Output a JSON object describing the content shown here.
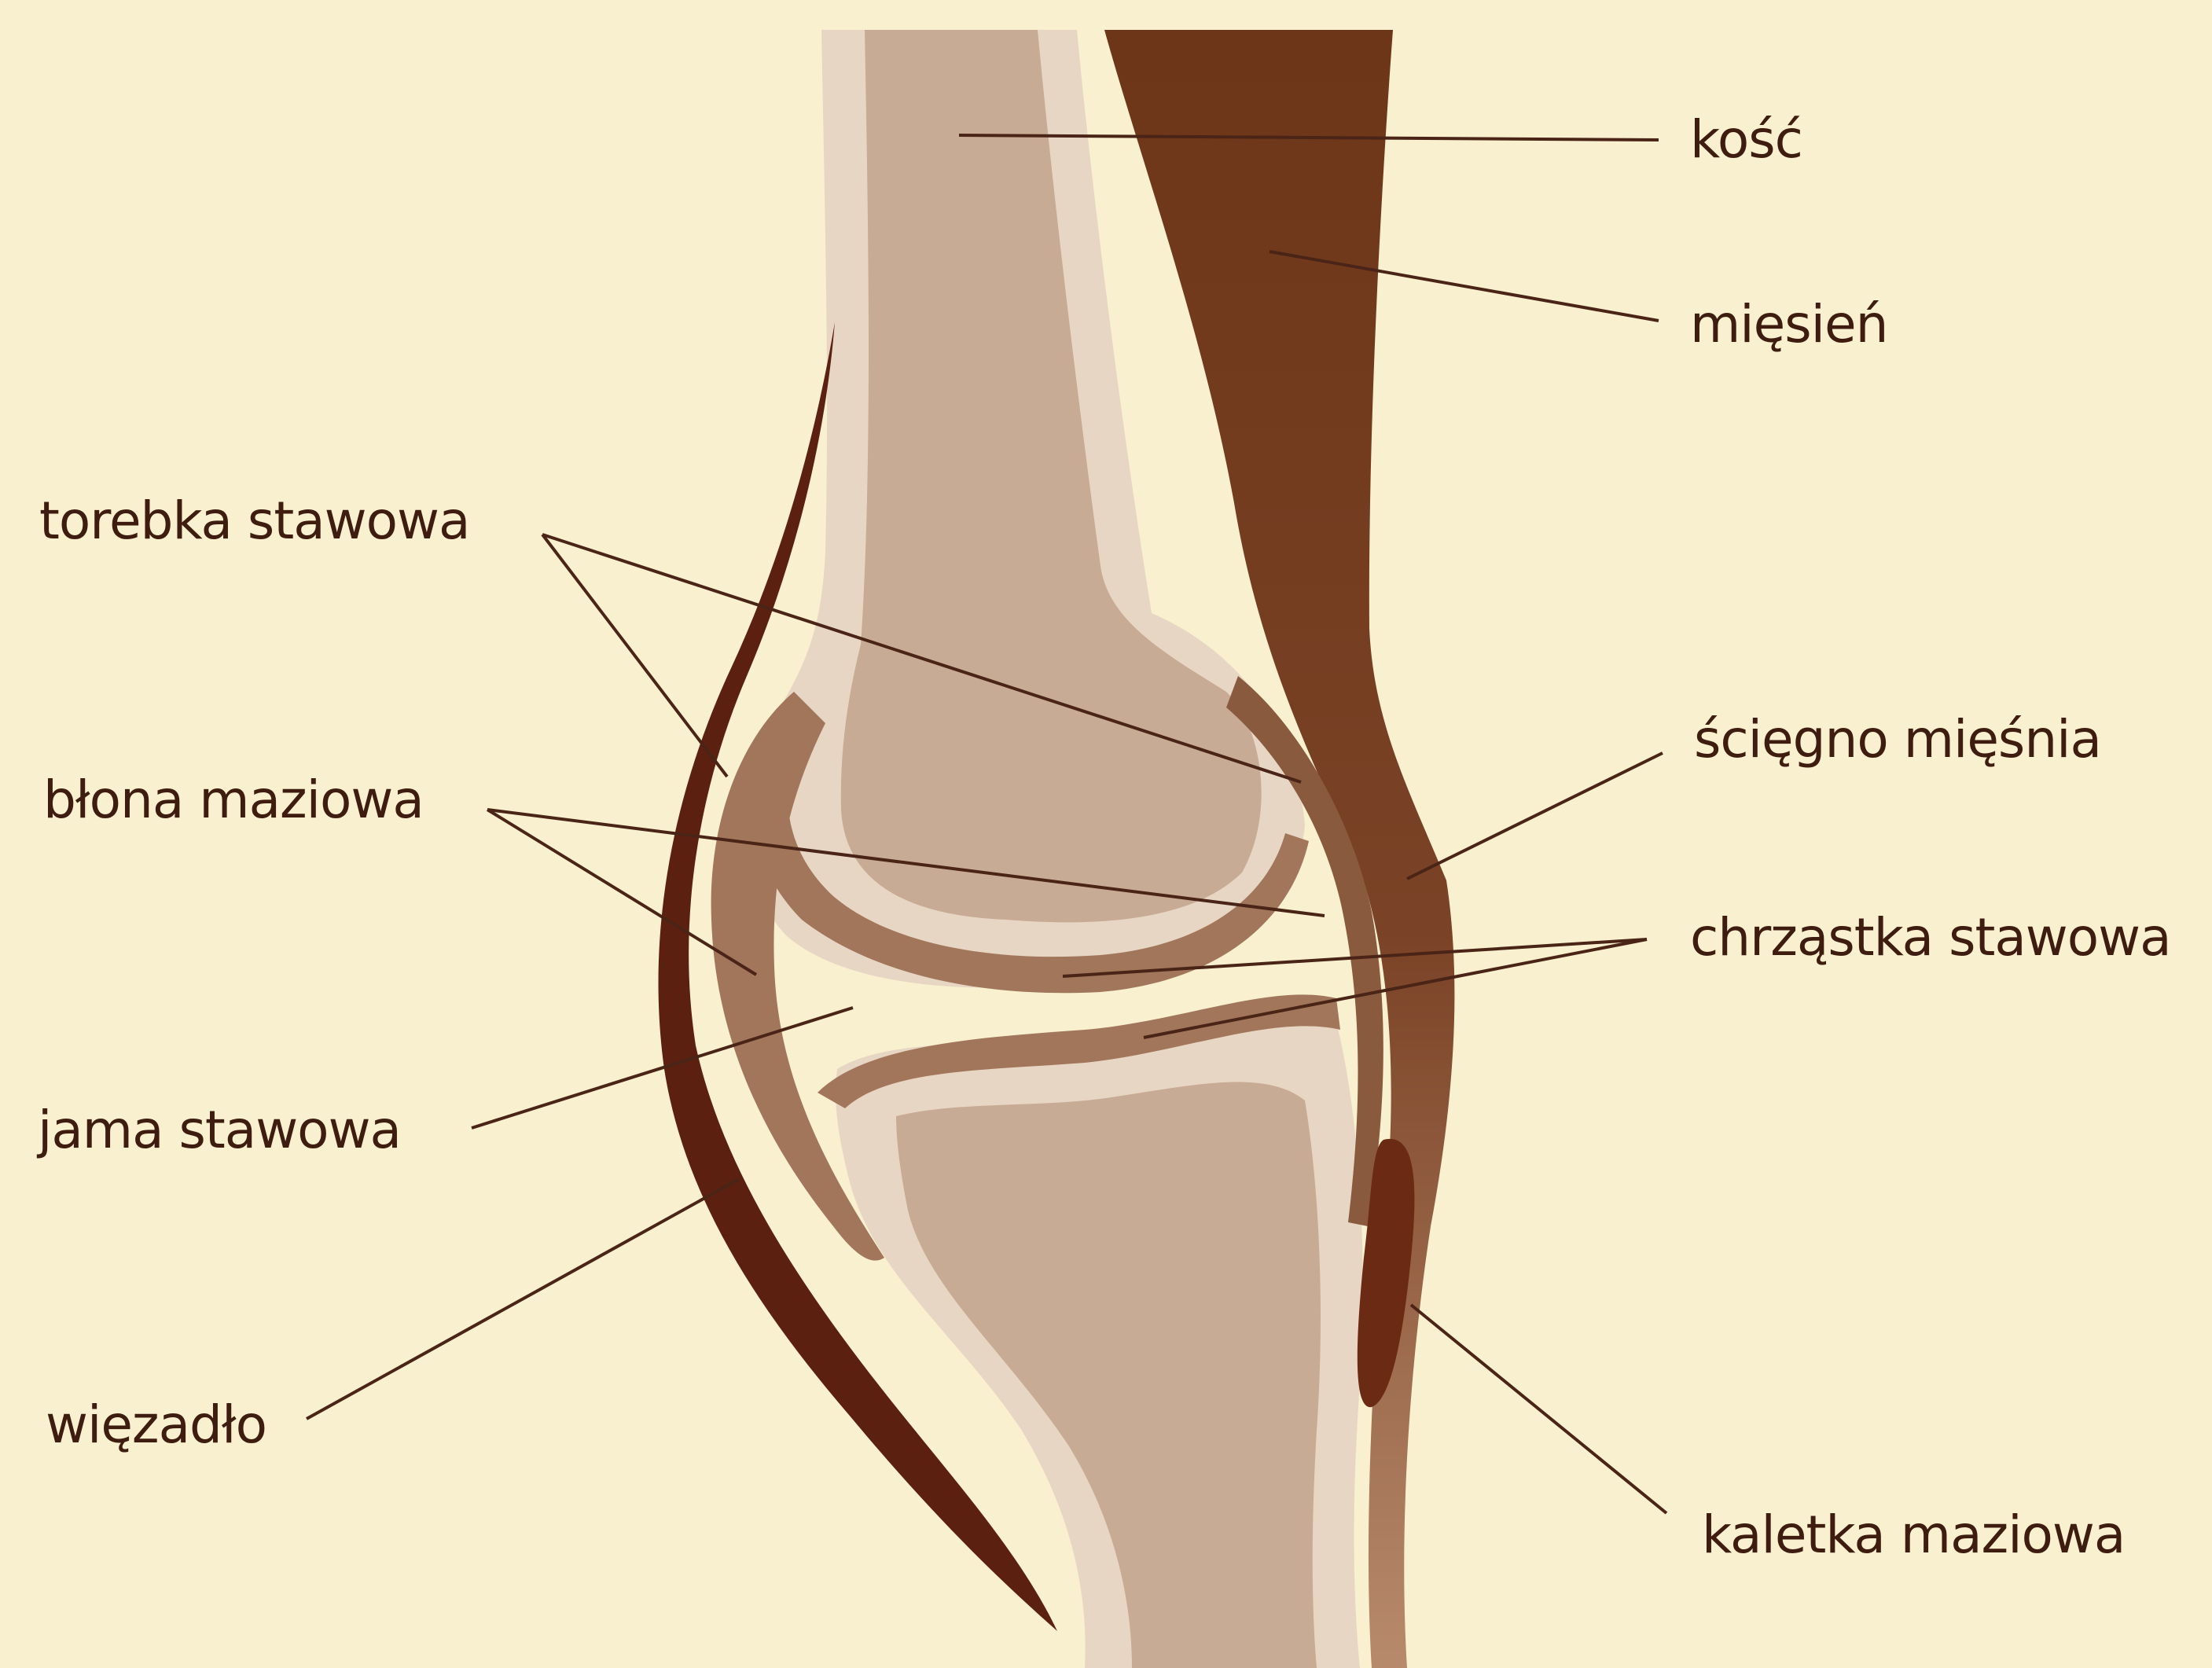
{
  "diagram": {
    "labels": {
      "kosc": "kość",
      "miesien": "mięsień",
      "torebka": "torebka stawowa",
      "blona": "błona maziowa",
      "sciegno": "ścięgno mięśnia",
      "chrzastka": "chrząstka stawowa",
      "jama": "jama stawowa",
      "wiezadlo": "więzadło",
      "kaletka": "kaletka maziowa"
    },
    "colors": {
      "background": "#f8f0cf",
      "bone_outer": "#e8d6c4",
      "bone_inner": "#c8ab95",
      "muscle": "#7a4226",
      "tendon": "#b88a6c",
      "cartilage": "#a2765b",
      "ligament": "#5c2010",
      "leader_line": "#4a2416",
      "text": "#3e1c0f"
    }
  }
}
